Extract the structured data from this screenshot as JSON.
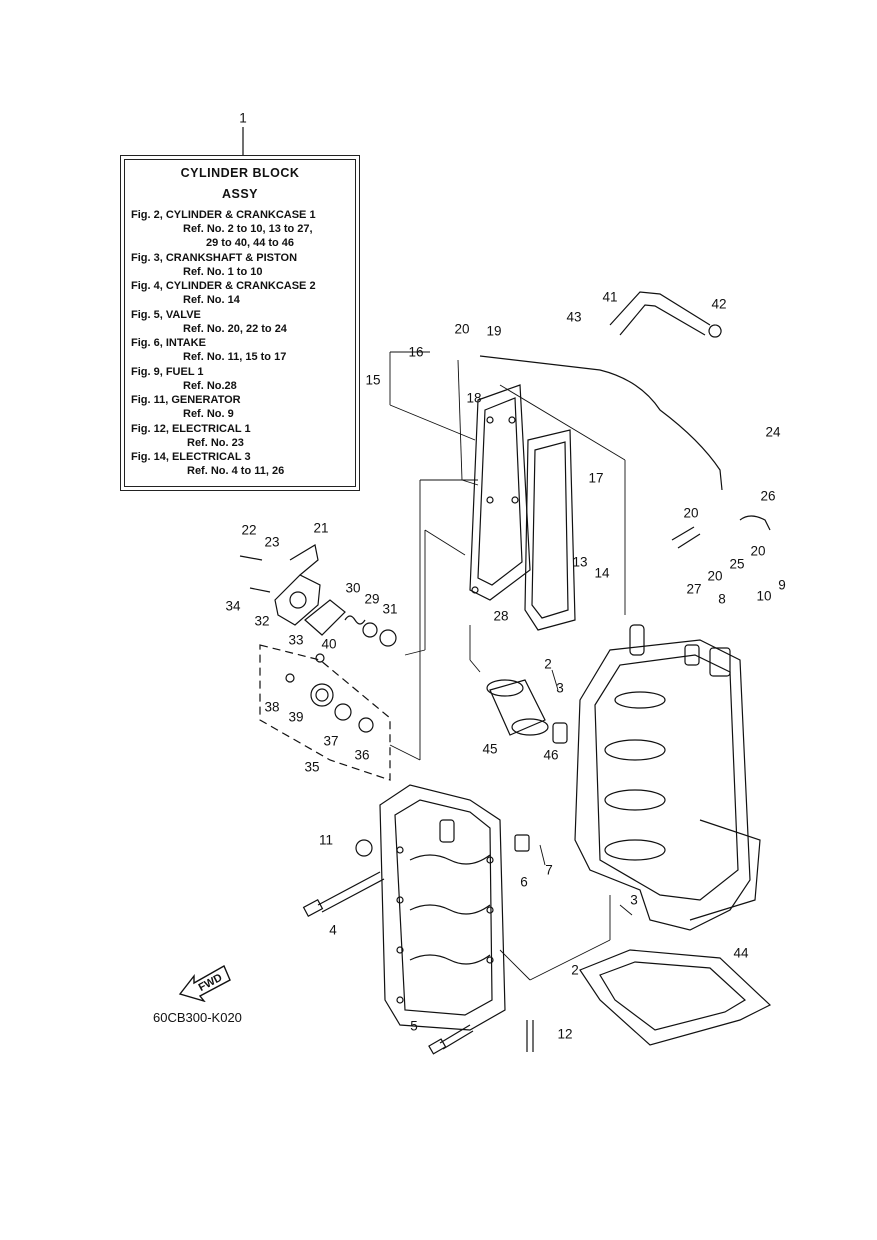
{
  "assy_box": {
    "title_line1": "CYLINDER BLOCK",
    "title_line2": "ASSY",
    "lines": [
      "Fig. 2, CYLINDER & CRANKCASE 1",
      "Ref. No. 2 to 10, 13 to 27,",
      "29 to 40, 44 to 46",
      "Fig. 3, CRANKSHAFT & PISTON",
      "Ref. No. 1 to 10",
      "Fig. 4, CYLINDER & CRANKCASE 2",
      "Ref. No. 14",
      "Fig. 5, VALVE",
      "Ref. No. 20, 22 to 24",
      "Fig. 6, INTAKE",
      "Ref. No. 11, 15 to 17",
      "Fig. 9, FUEL 1",
      "Ref. No.28",
      "Fig. 11, GENERATOR",
      "Ref. No. 9",
      "Fig. 12, ELECTRICAL 1",
      "Ref. No. 23",
      "Fig. 14, ELECTRICAL 3",
      "Ref. No. 4 to 11, 26"
    ]
  },
  "callouts": [
    {
      "id": "c1",
      "label": "1"
    },
    {
      "id": "c2a",
      "label": "2"
    },
    {
      "id": "c2b",
      "label": "2"
    },
    {
      "id": "c3a",
      "label": "3"
    },
    {
      "id": "c3b",
      "label": "3"
    },
    {
      "id": "c4",
      "label": "4"
    },
    {
      "id": "c5",
      "label": "5"
    },
    {
      "id": "c6",
      "label": "6"
    },
    {
      "id": "c7",
      "label": "7"
    },
    {
      "id": "c8",
      "label": "8"
    },
    {
      "id": "c9",
      "label": "9"
    },
    {
      "id": "c10",
      "label": "10"
    },
    {
      "id": "c11",
      "label": "11"
    },
    {
      "id": "c12",
      "label": "12"
    },
    {
      "id": "c13",
      "label": "13"
    },
    {
      "id": "c14",
      "label": "14"
    },
    {
      "id": "c15",
      "label": "15"
    },
    {
      "id": "c16",
      "label": "16"
    },
    {
      "id": "c17",
      "label": "17"
    },
    {
      "id": "c18",
      "label": "18"
    },
    {
      "id": "c19",
      "label": "19"
    },
    {
      "id": "c20a",
      "label": "20"
    },
    {
      "id": "c20b",
      "label": "20"
    },
    {
      "id": "c20c",
      "label": "20"
    },
    {
      "id": "c20d",
      "label": "20"
    },
    {
      "id": "c21",
      "label": "21"
    },
    {
      "id": "c22",
      "label": "22"
    },
    {
      "id": "c23",
      "label": "23"
    },
    {
      "id": "c24",
      "label": "24"
    },
    {
      "id": "c25",
      "label": "25"
    },
    {
      "id": "c26",
      "label": "26"
    },
    {
      "id": "c27",
      "label": "27"
    },
    {
      "id": "c28",
      "label": "28"
    },
    {
      "id": "c29",
      "label": "29"
    },
    {
      "id": "c30",
      "label": "30"
    },
    {
      "id": "c31",
      "label": "31"
    },
    {
      "id": "c32",
      "label": "32"
    },
    {
      "id": "c33",
      "label": "33"
    },
    {
      "id": "c34",
      "label": "34"
    },
    {
      "id": "c35",
      "label": "35"
    },
    {
      "id": "c36",
      "label": "36"
    },
    {
      "id": "c37",
      "label": "37"
    },
    {
      "id": "c38",
      "label": "38"
    },
    {
      "id": "c39",
      "label": "39"
    },
    {
      "id": "c40",
      "label": "40"
    },
    {
      "id": "c41",
      "label": "41"
    },
    {
      "id": "c42",
      "label": "42"
    },
    {
      "id": "c43",
      "label": "43"
    },
    {
      "id": "c44",
      "label": "44"
    },
    {
      "id": "c45",
      "label": "45"
    },
    {
      "id": "c46",
      "label": "46"
    }
  ],
  "fwd_label": "FWD",
  "part_code": "60CB300-K020"
}
